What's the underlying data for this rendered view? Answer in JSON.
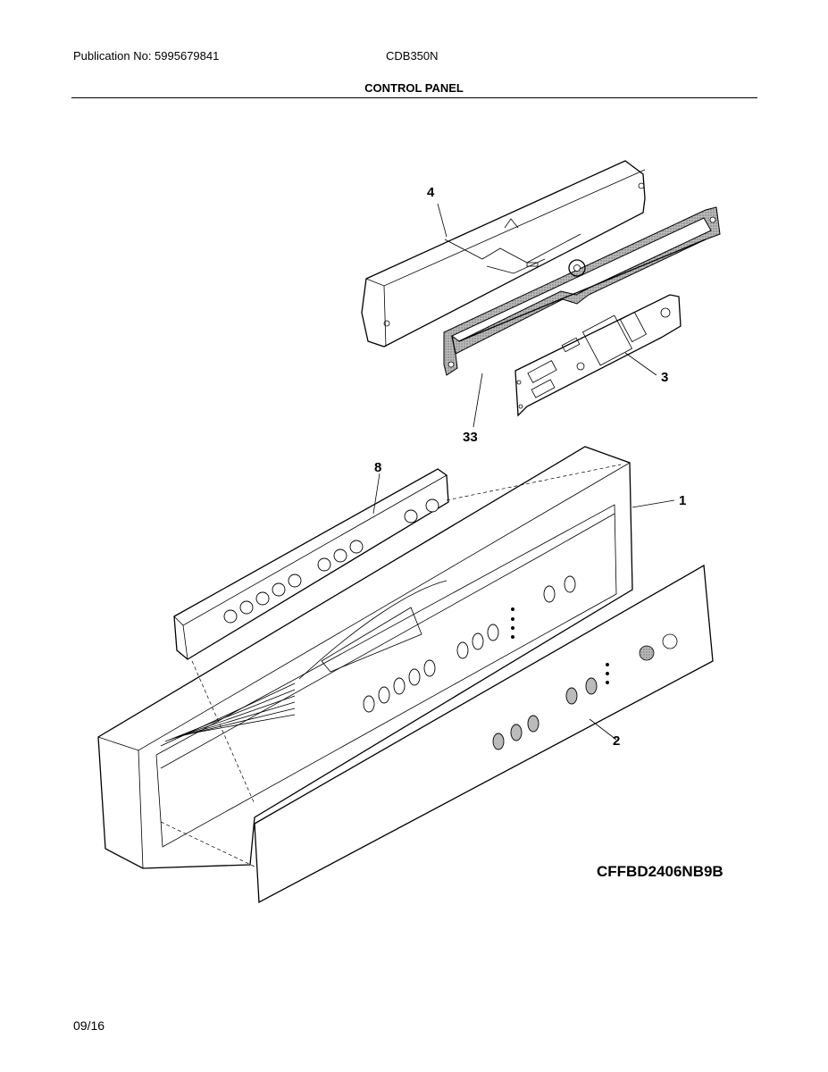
{
  "header": {
    "publication": "Publication No: 5995679841",
    "model": "CDB350N",
    "section_title": "CONTROL PANEL"
  },
  "footer": {
    "date": "09/16",
    "diagram_code": "CFFBD2406NB9B"
  },
  "callouts": {
    "housing": "4",
    "gasket": "33",
    "board": "3",
    "switch_board": "8",
    "panel": "1",
    "overlay": "2"
  }
}
